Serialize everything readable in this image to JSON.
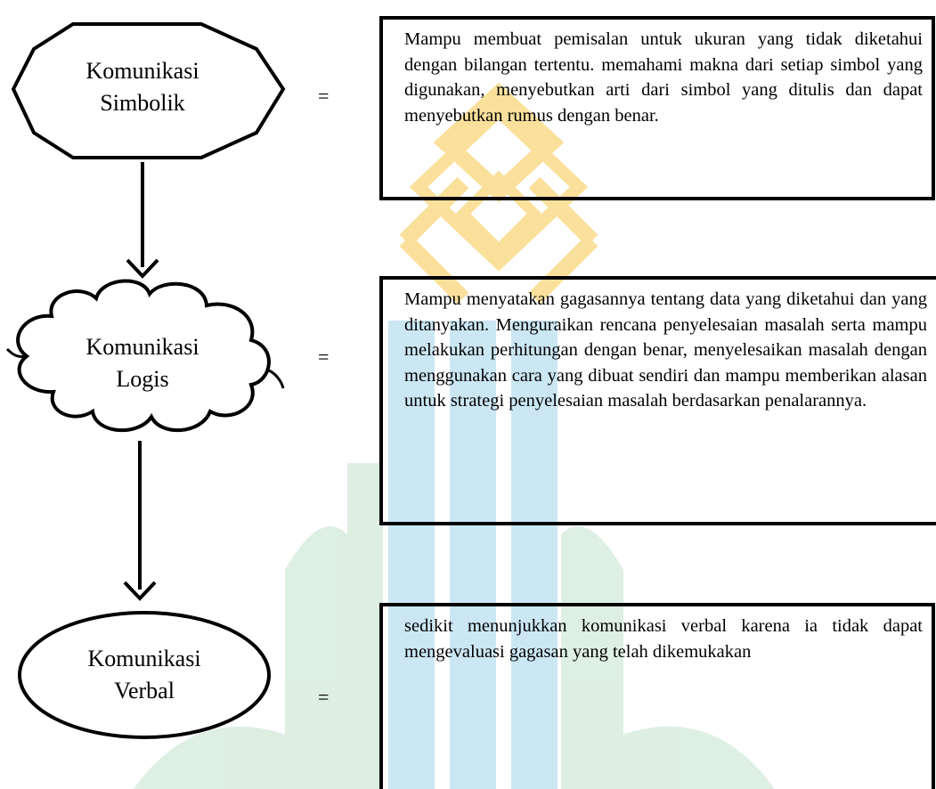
{
  "nodes": [
    {
      "label_line1": "Komunikasi",
      "label_line2": "Simbolik",
      "equals": "=",
      "description": "Mampu membuat pemisalan untuk ukuran yang tidak diketahui dengan bilangan tertentu. memahami makna dari setiap simbol yang digunakan, menyebutkan arti dari simbol yang ditulis dan dapat menyebutkan rumus dengan benar."
    },
    {
      "label_line1": "Komunikasi",
      "label_line2": "Logis",
      "equals": "=",
      "description": "Mampu menyatakan gagasannya tentang data yang diketahui dan yang ditanyakan. Menguraikan rencana penyelesaian masalah serta mampu melakukan perhitungan dengan benar, menyelesaikan masalah dengan menggunakan cara yang dibuat sendiri dan mampu memberikan alasan untuk strategi penyelesaian masalah berdasarkan penalarannya."
    },
    {
      "label_line1": "Komunikasi",
      "label_line2": "Verbal",
      "equals": "=",
      "description": "sedikit menunjukkan komunikasi verbal karena ia tidak dapat mengevaluasi gagasan yang telah dikemukakan"
    }
  ],
  "colors": {
    "watermark_gold": "#f6c84a",
    "watermark_green": "#d3ead9",
    "watermark_blue": "#bfe2f2",
    "stroke": "#000000"
  }
}
